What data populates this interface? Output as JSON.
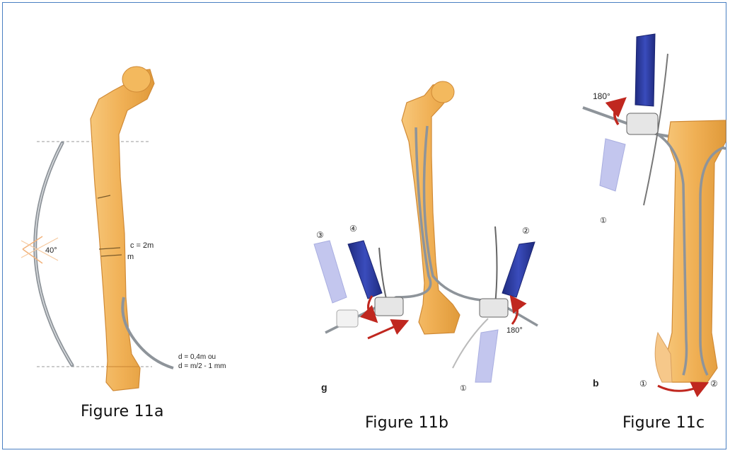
{
  "figure_a": {
    "angle_label": "40°",
    "c_label": "c = 2m",
    "m_label": "m",
    "d_line1": "d = 0,4m ou",
    "d_line2": "d = m/2 - 1 mm",
    "caption": "Figure 11a"
  },
  "figure_b": {
    "panel_letter": "g",
    "marker_left_back": "③",
    "marker_left_front": "④",
    "marker_right_top": "②",
    "marker_right_bottom": "①",
    "rotation_label": "180°",
    "caption": "Figure 11b"
  },
  "figure_c": {
    "rotation_label": "180°",
    "marker_ghost": "①",
    "panel_letter": "b",
    "marker_bottom_left": "①",
    "marker_bottom_right": "②",
    "caption": "Figure 11c"
  },
  "colors": {
    "border": "#4a7fc2",
    "bone": "#f0b45a",
    "bone_dark": "#d98c2e",
    "handle": "#2c3b9b",
    "handle_ghost": "#a9aee0",
    "arrow": "#c0271f",
    "nail": "#9aa0a6"
  }
}
